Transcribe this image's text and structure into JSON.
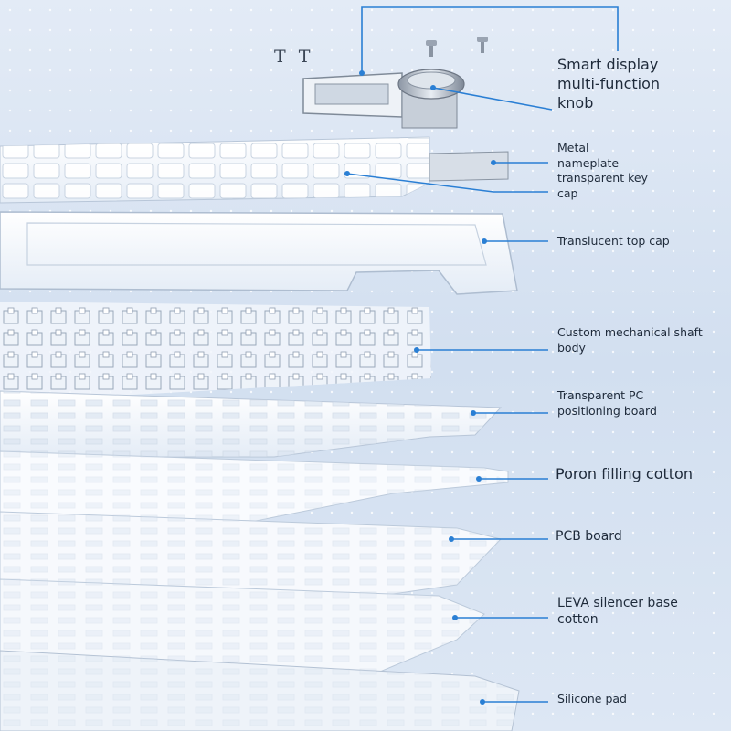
{
  "layers": [
    {
      "id": "knob",
      "label": "Smart display\nmulti-function\nknob"
    },
    {
      "id": "keycap",
      "label": "Metal\nnameplate\ntransparent key\ncap"
    },
    {
      "id": "topcap",
      "label": "Translucent top cap"
    },
    {
      "id": "shaft",
      "label": "Custom mechanical shaft\nbody"
    },
    {
      "id": "pcboard",
      "label": "Transparent PC\npositioning board"
    },
    {
      "id": "poron",
      "label": "Poron filling cotton"
    },
    {
      "id": "pcb",
      "label": "PCB board"
    },
    {
      "id": "leva",
      "label": "LEVA silencer base\ncotton"
    },
    {
      "id": "silicone",
      "label": "Silicone pad"
    }
  ],
  "top_text": "T T",
  "colors": {
    "background": "#d9e4f3",
    "leader": "#2a7fd4",
    "layer_fill": "#f6f9fd",
    "layer_stroke": "#b8c6d8"
  }
}
